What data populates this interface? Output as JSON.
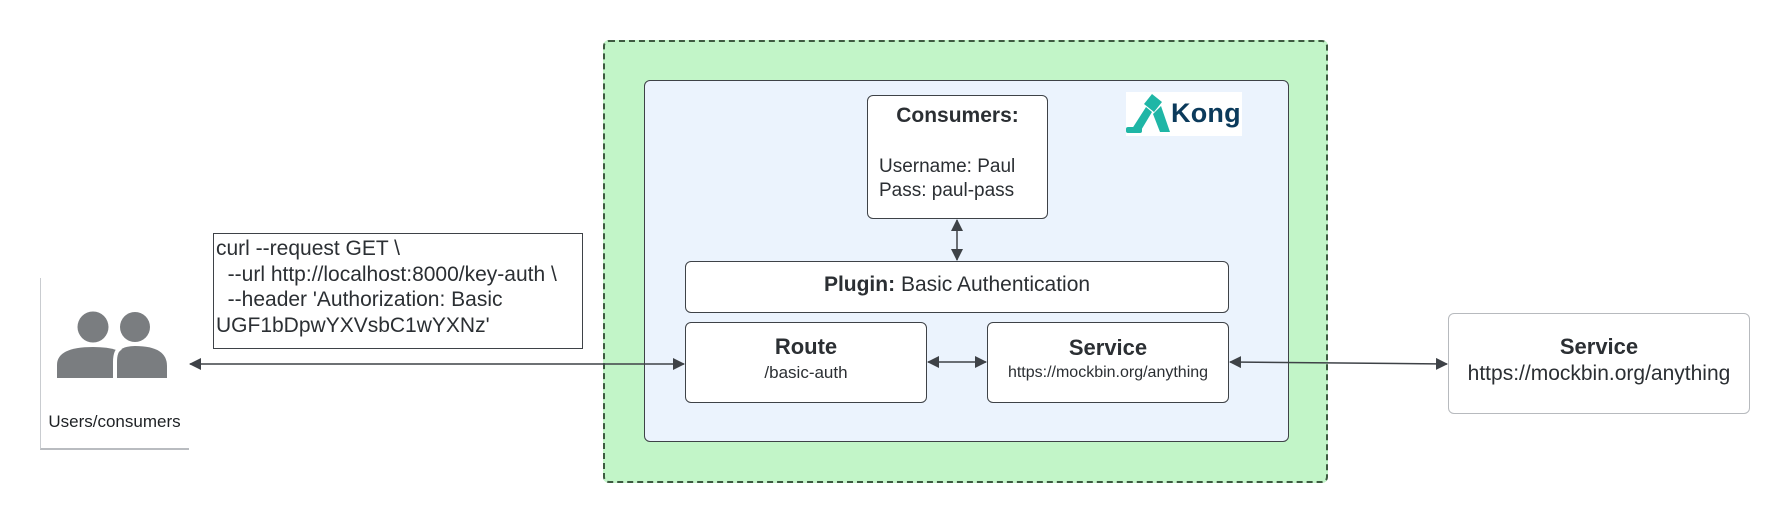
{
  "users": {
    "label": "Users/consumers",
    "icon": "users-group-icon"
  },
  "curl": {
    "lines": [
      "curl --request GET \\",
      "  --url http://localhost:8000/key-auth \\",
      "  --header 'Authorization: Basic",
      "UGF1bDpwYXVsbC1wYXNz'"
    ]
  },
  "kong": {
    "logo_text": "Kong",
    "consumers": {
      "title": "Consumers:",
      "username": "Username: Paul",
      "password": "Pass: paul-pass"
    },
    "plugin": {
      "label": "Plugin:",
      "name": "Basic Authentication"
    },
    "route": {
      "title": "Route",
      "path": "/basic-auth"
    },
    "service": {
      "title": "Service",
      "url": "https://mockbin.org/anything"
    }
  },
  "external_service": {
    "title": "Service",
    "url": "https://mockbin.org/anything"
  },
  "colors": {
    "outer_fill": "#c2f5c8",
    "inner_fill": "#ebf3fd",
    "kong_teal": "#1fb6a6",
    "kong_navy": "#0b3a5b",
    "line": "#3e4247",
    "icon_gray": "#7a7d80"
  }
}
